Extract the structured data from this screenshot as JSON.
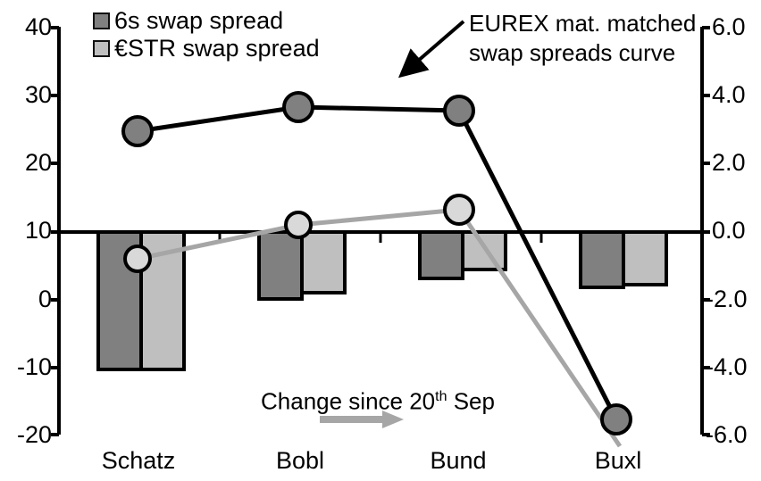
{
  "chart_data": {
    "type": "bar",
    "title": "",
    "xlabel": "",
    "categories": [
      "Schatz",
      "Bobl",
      "Bund",
      "Buxl"
    ],
    "series": [
      {
        "name": "6s swap spread",
        "axis": "right",
        "color": "#808080",
        "values": [
          -4.05,
          -1.97,
          -1.37,
          -1.62
        ]
      },
      {
        "name": "€STR swap spread",
        "axis": "right",
        "color": "#bfbfbf",
        "values": [
          -4.05,
          -1.8,
          -1.1,
          -1.55
        ]
      },
      {
        "name": "EUREX mat. matched swap spreads curve",
        "type": "line",
        "axis": "left",
        "color": "#000000",
        "values": [
          24.6,
          27.9,
          27.3,
          -18.2
        ]
      },
      {
        "name": "Change since 20th Sep",
        "type": "line",
        "axis": "left",
        "color": "#a6a6a6",
        "values": [
          6.1,
          10.5,
          12.7,
          -20.4
        ]
      }
    ],
    "left_axis": {
      "label": "",
      "ylim": [
        -20,
        40
      ],
      "ticks": [
        "40",
        "30",
        "20",
        "10",
        "0",
        "-10",
        "-20"
      ]
    },
    "right_axis": {
      "label": "",
      "ylim": [
        -6.0,
        6.0
      ],
      "ticks": [
        "6.0",
        "4.0",
        "2.0",
        "0.0",
        "-2.0",
        "-4.0",
        "-6.0"
      ]
    },
    "grid": false,
    "legend_position": "top-left"
  },
  "legend": {
    "items": [
      {
        "label": "6s swap spread",
        "color": "#808080"
      },
      {
        "label": "€STR swap spread",
        "color": "#bfbfbf"
      }
    ]
  },
  "annotations": {
    "curve_note_line1": "EUREX mat. matched",
    "curve_note_line2": "swap spreads curve",
    "change_note_prefix": "Change since 20",
    "change_note_sup": "th",
    "change_note_suffix": " Sep"
  },
  "axes": {
    "left_ticks": [
      "40",
      "30",
      "20",
      "10",
      "0",
      "-10",
      "-20"
    ],
    "right_ticks": [
      "6.0",
      "4.0",
      "2.0",
      "0.0",
      "-2.0",
      "-4.0",
      "-6.0"
    ],
    "x_ticks": [
      "Schatz",
      "Bobl",
      "Bund",
      "Buxl"
    ]
  }
}
